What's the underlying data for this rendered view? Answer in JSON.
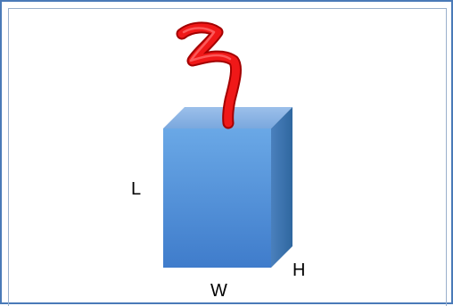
{
  "diagram": {
    "labels": {
      "length": "L",
      "width": "W",
      "height": "H"
    },
    "colors": {
      "frame_border": "#4a7ab8",
      "box_front_top": "#5f9fe0",
      "box_front_bottom": "#3f7fd0",
      "box_top": "#8ab4e6",
      "box_side": "#3a6fa8",
      "wire": "#e01010"
    },
    "objects": [
      "rectangular-box",
      "squiggly-wire"
    ]
  }
}
